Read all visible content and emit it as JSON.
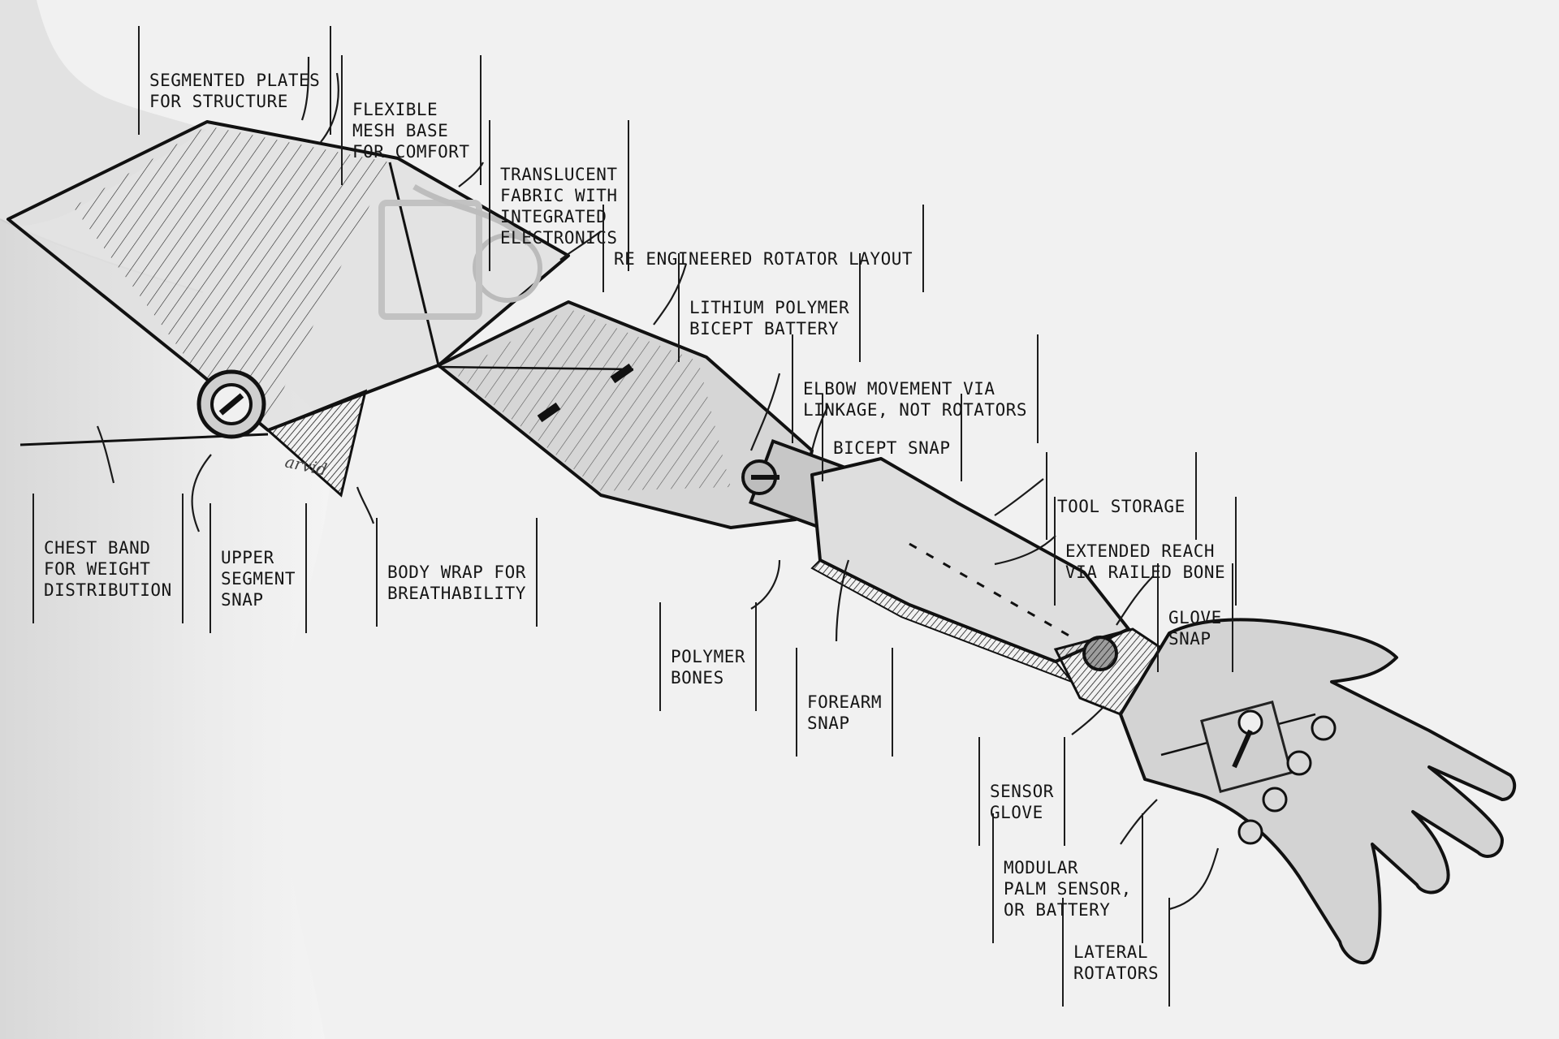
{
  "diagram": {
    "subject": "prosthetic-arm-concept-sketch",
    "signature": "arvid",
    "colors": {
      "background": "#f1f1f1",
      "ink": "#151515",
      "body": "#e6e6e6",
      "fill": "#dcdcdc"
    },
    "callouts": [
      {
        "id": "segmented-plates",
        "lines": [
          "Segmented plates",
          "for structure"
        ]
      },
      {
        "id": "flexible-mesh",
        "lines": [
          "Flexible",
          "mesh base",
          "for comfort"
        ]
      },
      {
        "id": "translucent-fabric",
        "lines": [
          "Translucent",
          "fabric with",
          "integrated",
          "electronics"
        ]
      },
      {
        "id": "rotator-layout",
        "lines": [
          "Re engineered rotator layout"
        ]
      },
      {
        "id": "bicept-battery",
        "lines": [
          "Lithium polymer",
          "bicept battery"
        ]
      },
      {
        "id": "elbow-movement",
        "lines": [
          "Elbow movement via",
          "linkage, not rotators"
        ]
      },
      {
        "id": "bicept-snap",
        "lines": [
          "Bicept snap"
        ]
      },
      {
        "id": "tool-storage",
        "lines": [
          "Tool storage"
        ]
      },
      {
        "id": "extended-reach",
        "lines": [
          "Extended reach",
          "via railed bone"
        ]
      },
      {
        "id": "glove-snap",
        "lines": [
          "Glove",
          "snap"
        ]
      },
      {
        "id": "chest-band",
        "lines": [
          "Chest band",
          "for weight",
          "distribution"
        ]
      },
      {
        "id": "upper-segment-snap",
        "lines": [
          "Upper",
          "segment",
          "snap"
        ]
      },
      {
        "id": "body-wrap",
        "lines": [
          "Body wrap for",
          "breathability"
        ]
      },
      {
        "id": "polymer-bones",
        "lines": [
          "Polymer",
          "bones"
        ]
      },
      {
        "id": "forearm-snap",
        "lines": [
          "Forearm",
          "snap"
        ]
      },
      {
        "id": "sensor-glove",
        "lines": [
          "Sensor",
          "glove"
        ]
      },
      {
        "id": "palm-sensor",
        "lines": [
          "Modular",
          "palm sensor,",
          "or battery"
        ]
      },
      {
        "id": "lateral-rotators",
        "lines": [
          "Lateral",
          "rotators"
        ]
      }
    ]
  }
}
